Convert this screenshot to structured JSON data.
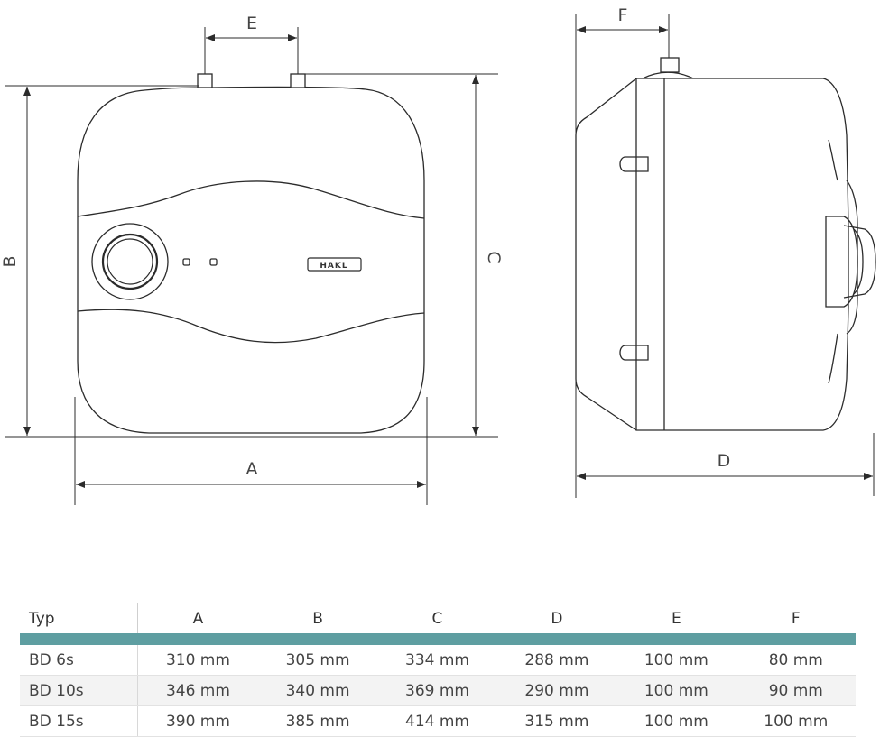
{
  "dimension_labels": {
    "a": "A",
    "b": "B",
    "c": "C",
    "d": "D",
    "e": "E",
    "f": "F"
  },
  "brand_logo": "HAKL",
  "colors": {
    "table_band": "#5e9ea1",
    "line": "#2b2b2b"
  },
  "table": {
    "headers": [
      "Typ",
      "A",
      "B",
      "C",
      "D",
      "E",
      "F"
    ],
    "rows": [
      [
        "BD 6s",
        "310 mm",
        "305 mm",
        "334 mm",
        "288 mm",
        "100 mm",
        "80 mm"
      ],
      [
        "BD 10s",
        "346 mm",
        "340 mm",
        "369 mm",
        "290 mm",
        "100 mm",
        "90 mm"
      ],
      [
        "BD 15s",
        "390 mm",
        "385 mm",
        "414 mm",
        "315 mm",
        "100 mm",
        "100 mm"
      ]
    ]
  }
}
